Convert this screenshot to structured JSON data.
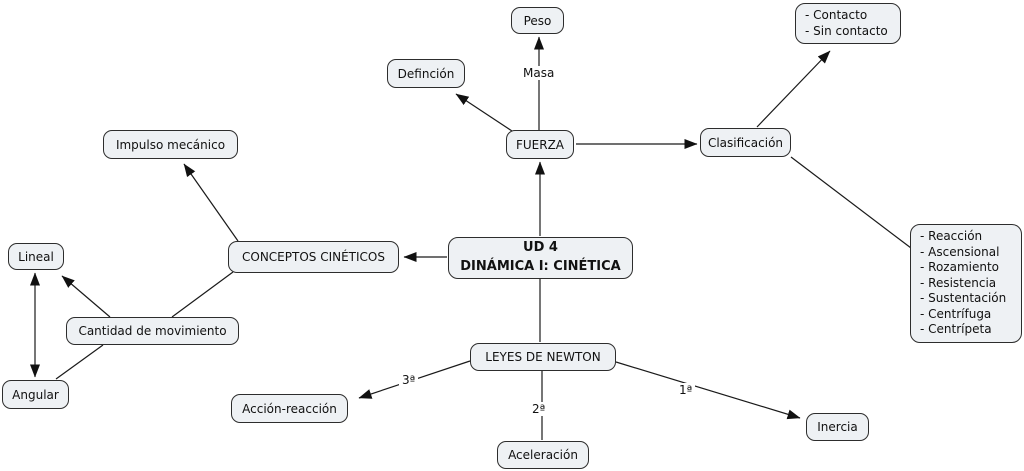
{
  "diagram": {
    "nodes": {
      "peso": "Peso",
      "definicion": "Definción",
      "fuerza": "FUERZA",
      "clasificacion": "Clasificación",
      "impulso_mecanico": "Impulso mecánico",
      "conceptos_cineticos": "CONCEPTOS CINÉTICOS",
      "ud4_line1": "UD 4",
      "ud4_line2": "DINÁMICA I: CINÉTICA",
      "lineal": "Lineal",
      "cantidad_movimiento": "Cantidad de movimiento",
      "angular": "Angular",
      "leyes_newton": "LEYES DE NEWTON",
      "accion_reaccion": "Acción-reacción",
      "aceleracion": "Aceleración",
      "inercia": "Inercia"
    },
    "contact_box": {
      "items": [
        "- Contacto",
        "- Sin contacto"
      ]
    },
    "forces_box": {
      "items": [
        "- Reacción",
        "- Ascensional",
        "- Rozamiento",
        "- Resistencia",
        "- Sustentación",
        "- Centrífuga",
        "- Centrípeta"
      ]
    },
    "edge_labels": {
      "masa": "Masa",
      "primera": "1ª",
      "segunda": "2ª",
      "tercera": "3ª"
    },
    "colors": {
      "node_fill": "#eef1f4",
      "node_border": "#2d2d2d",
      "line": "#1a1a1a",
      "text": "#111111",
      "background": "#ffffff"
    }
  }
}
